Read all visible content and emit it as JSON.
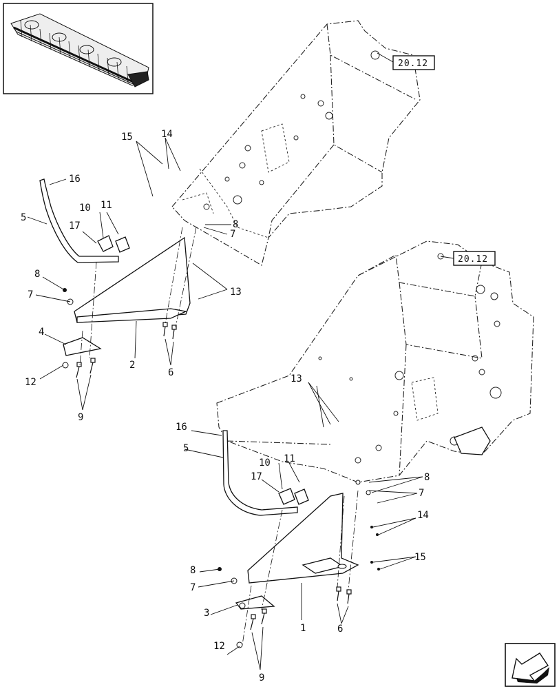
{
  "callouts_upper": [
    "16",
    "5",
    "10",
    "11",
    "17",
    "15",
    "14",
    "8",
    "7",
    "13",
    "4",
    "2",
    "6",
    "12",
    "9",
    "8",
    "7"
  ],
  "callouts_lower": [
    "13",
    "16",
    "5",
    "10",
    "11",
    "17",
    "8",
    "7",
    "14",
    "15",
    "8",
    "7",
    "3",
    "1",
    "6",
    "12",
    "9"
  ],
  "reference_labels": [
    "20.12",
    "20.12"
  ],
  "icons": {
    "thumbnail": "header-assembly-thumbnail",
    "nav": "return-arrow-icon"
  }
}
